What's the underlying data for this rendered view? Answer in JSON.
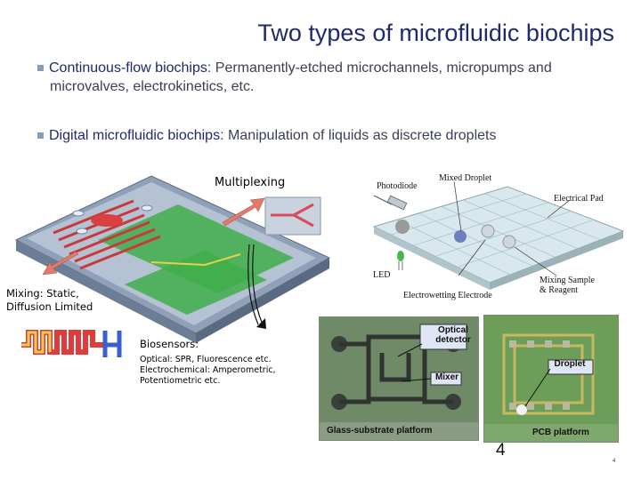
{
  "title": "Two types of microfluidic biochips",
  "bullets": [
    {
      "term": "Continuous-flow biochips",
      "text": ": Permanently-etched microchannels, micropumps and",
      "text2": "microvalves, electrokinetics, etc."
    },
    {
      "term": "Digital microfluidic biochips",
      "text": ": Manipulation of liquids as discrete droplets"
    }
  ],
  "left_figure": {
    "multiplexing": "Multiplexing",
    "mixing_line1": "Mixing: Static,",
    "mixing_line2": "Diffusion Limited",
    "biosensors_title": "Biosensors:",
    "biosensors_line1": "Optical: SPR, Fluorescence etc.",
    "biosensors_line2": "Electrochemical: Amperometric,",
    "biosensors_line3": "Potentiometric  etc."
  },
  "right_figure": {
    "photodiode": "Photodiode",
    "mixed_droplet": "Mixed Droplet",
    "electrical_pad": "Electrical Pad",
    "led": "LED",
    "electrowetting": "Electrowetting Electrode",
    "mixing_sample_1": "Mixing Sample",
    "mixing_sample_2": "& Reagent"
  },
  "photos": {
    "glass_label": "Glass-substrate platform",
    "optical_detector_1": "Optical",
    "optical_detector_2": "detector",
    "mixer": "Mixer",
    "pcb_label": "PCB platform",
    "droplet": "Droplet"
  },
  "page_number": "4",
  "page_number_small": "4",
  "colors": {
    "title": "#1f2a6b",
    "arrow": "#e07a6a",
    "chip_green": "#3fae4a",
    "chip_base": "#8fa0b8"
  }
}
